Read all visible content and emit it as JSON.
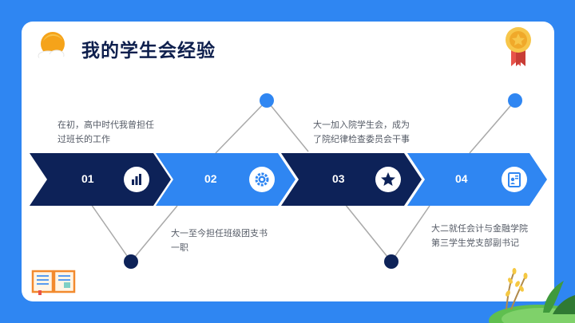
{
  "title": "我的学生会经验",
  "steps": [
    {
      "num": "01",
      "icon": "bar-chart-icon",
      "text_line1": "在初，高中时代我曾担任",
      "text_line2": "过班长的工作"
    },
    {
      "num": "02",
      "icon": "gear-icon",
      "text_line1": "大一至今担任班级团支书",
      "text_line2": "一职"
    },
    {
      "num": "03",
      "icon": "star-icon",
      "text_line1": "大一加入院学生会，成为",
      "text_line2": "了院纪律检查委员会干事"
    },
    {
      "num": "04",
      "icon": "id-card-icon",
      "text_line1": "大二就任会计与金融学院",
      "text_line2": "第三学生党支部副书记"
    }
  ],
  "colors": {
    "background": "#2f86f2",
    "dark_navy": "#0d2258",
    "bright_blue": "#2f86f2",
    "title": "#0e1f4d",
    "text": "#555b66"
  }
}
